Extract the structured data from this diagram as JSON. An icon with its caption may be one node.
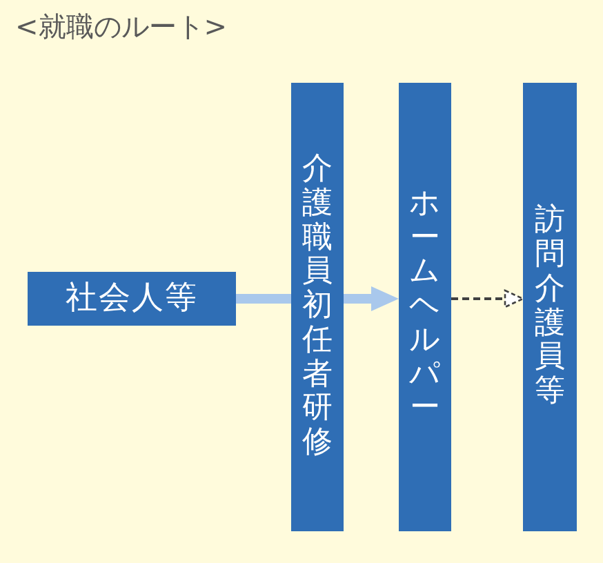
{
  "diagram": {
    "title": "<就職のルート>",
    "nodes": [
      {
        "text": [
          "社会人等"
        ]
      },
      {
        "text": [
          "介護職員初任者研修"
        ]
      },
      {
        "text": [
          "ホームヘルパー"
        ]
      },
      {
        "text": [
          "訪問介護員等"
        ]
      }
    ],
    "edges": [
      {
        "from": 0,
        "to": 1,
        "arrow": "none"
      },
      {
        "from": 1,
        "to": 2,
        "arrow": "to"
      },
      {
        "from": 2,
        "to": 3,
        "arrow": "to",
        "style": "dashed",
        "color": "#404040"
      }
    ]
  }
}
